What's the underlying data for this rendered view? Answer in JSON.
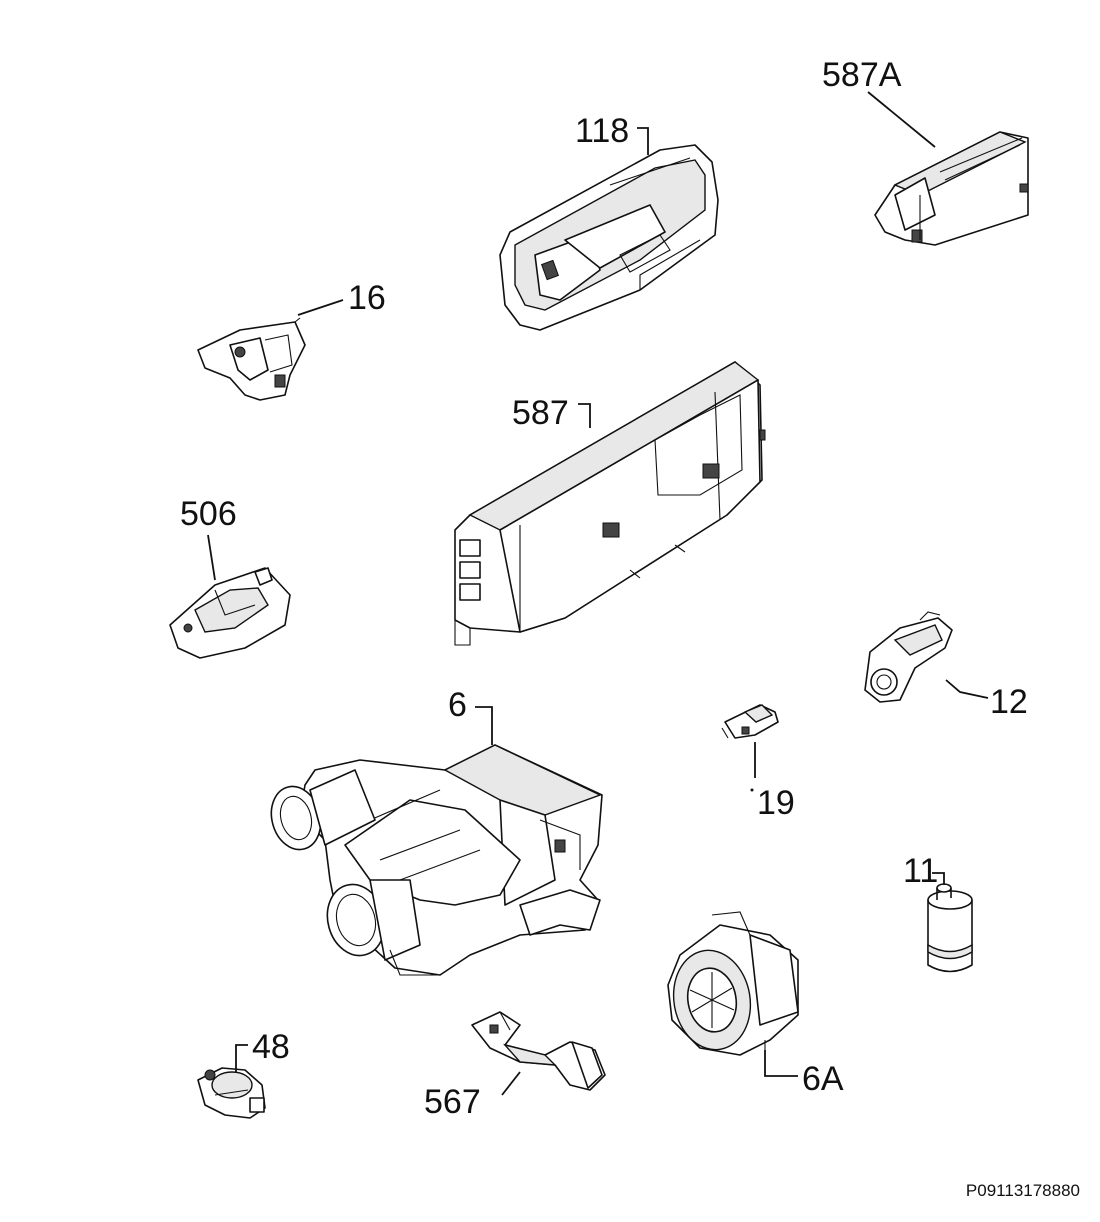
{
  "parts": {
    "p118": "118",
    "p587A": "587A",
    "p16": "16",
    "p587": "587",
    "p506": "506",
    "p12": "12",
    "p6": "6",
    "p19": "19",
    "p11": "11",
    "p48": "48",
    "p567": "567",
    "p6A": "6A"
  },
  "drawing_code": "P09113178880"
}
